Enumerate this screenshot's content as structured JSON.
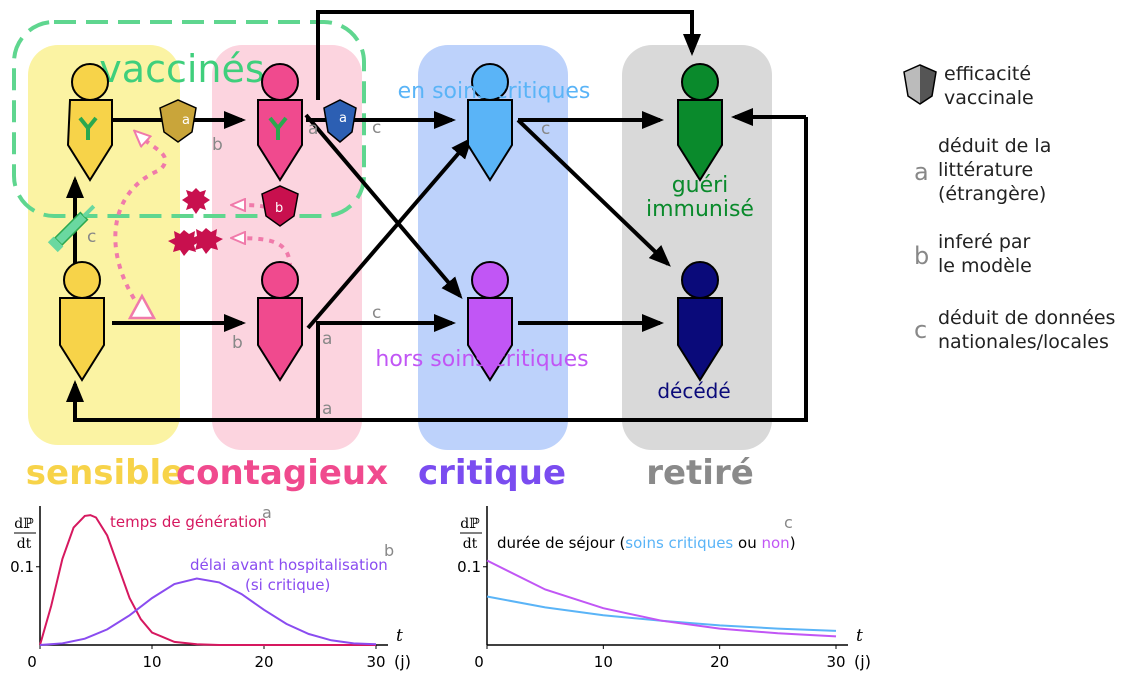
{
  "groups": {
    "vaccinated": "vaccinés",
    "sensible": "sensible",
    "contagieux": "contagieux",
    "critique": "critique",
    "retire": "retiré"
  },
  "labels": {
    "icu": "en soins critiques",
    "non_icu": "hors soins critiques",
    "recovered": "guéri\nimmunisé",
    "recovered_line1": "guéri",
    "recovered_line2": "immunisé",
    "dead": "décédé"
  },
  "edge_letters": {
    "a": "a",
    "b": "b",
    "c": "c"
  },
  "legend": {
    "shield": "efficacité vaccinale",
    "shield_l1": "efficacité",
    "shield_l2": "vaccinale",
    "a_l1": "déduit de la",
    "a_l2": "littérature",
    "a_l3": "(étrangère)",
    "b_l1": "inferé par",
    "b_l2": "le modèle",
    "c_l1": "déduit de données",
    "c_l2": "nationales/locales"
  },
  "colors": {
    "sensible": "#f7d349",
    "contagieux": "#f04a8e",
    "critique": "#7a4cf0",
    "retire": "#8a8a8a",
    "vaccinated": "#3fcf7c",
    "icu": "#5ab4f7",
    "non_icu": "#c156f5",
    "recovered": "#0a8a2c",
    "dead": "#0a0a7a",
    "gen_time": "#d6185f",
    "hosp_delay": "#8a4cf0"
  },
  "chart_data": [
    {
      "type": "line",
      "ylabel": "dℙ/dt",
      "xlabel": "t",
      "x_unit": "(j)",
      "xlim": [
        0,
        30
      ],
      "xticks": [
        0,
        10,
        20,
        30
      ],
      "yticks": [
        0.1
      ],
      "series": [
        {
          "name": "temps de génération",
          "superscript": "a",
          "color": "#d6185f",
          "x": [
            0,
            1,
            2,
            3,
            4,
            4.5,
            5,
            6,
            7,
            8,
            9,
            10,
            12,
            14,
            16,
            20,
            30
          ],
          "y": [
            0,
            0.05,
            0.11,
            0.15,
            0.165,
            0.166,
            0.163,
            0.14,
            0.1,
            0.06,
            0.033,
            0.016,
            0.004,
            0.001,
            0,
            0,
            0
          ]
        },
        {
          "name": "délai avant hospitalisation",
          "name_line2": "(si critique)",
          "superscript": "b",
          "color": "#8a4cf0",
          "x": [
            0,
            2,
            4,
            6,
            8,
            10,
            12,
            14,
            16,
            18,
            20,
            22,
            24,
            26,
            28,
            30
          ],
          "y": [
            0,
            0.002,
            0.008,
            0.02,
            0.038,
            0.06,
            0.078,
            0.085,
            0.08,
            0.065,
            0.045,
            0.027,
            0.014,
            0.006,
            0.002,
            0.001
          ]
        }
      ]
    },
    {
      "type": "line",
      "ylabel": "dℙ/dt",
      "xlabel": "t",
      "x_unit": "(j)",
      "xlim": [
        0,
        30
      ],
      "xticks": [
        0,
        10,
        20,
        30
      ],
      "yticks": [
        0.1
      ],
      "title_parts": [
        "durée de séjour (",
        "soins critiques",
        " ou ",
        "non",
        ")"
      ],
      "superscript": "c",
      "series": [
        {
          "name": "soins critiques",
          "color": "#5ab4f7",
          "x": [
            0,
            5,
            10,
            15,
            20,
            25,
            30
          ],
          "y": [
            0.062,
            0.048,
            0.038,
            0.031,
            0.025,
            0.021,
            0.018
          ]
        },
        {
          "name": "non",
          "color": "#c156f5",
          "x": [
            0,
            5,
            10,
            15,
            20,
            25,
            30
          ],
          "y": [
            0.108,
            0.071,
            0.047,
            0.031,
            0.021,
            0.015,
            0.011
          ]
        }
      ]
    }
  ]
}
